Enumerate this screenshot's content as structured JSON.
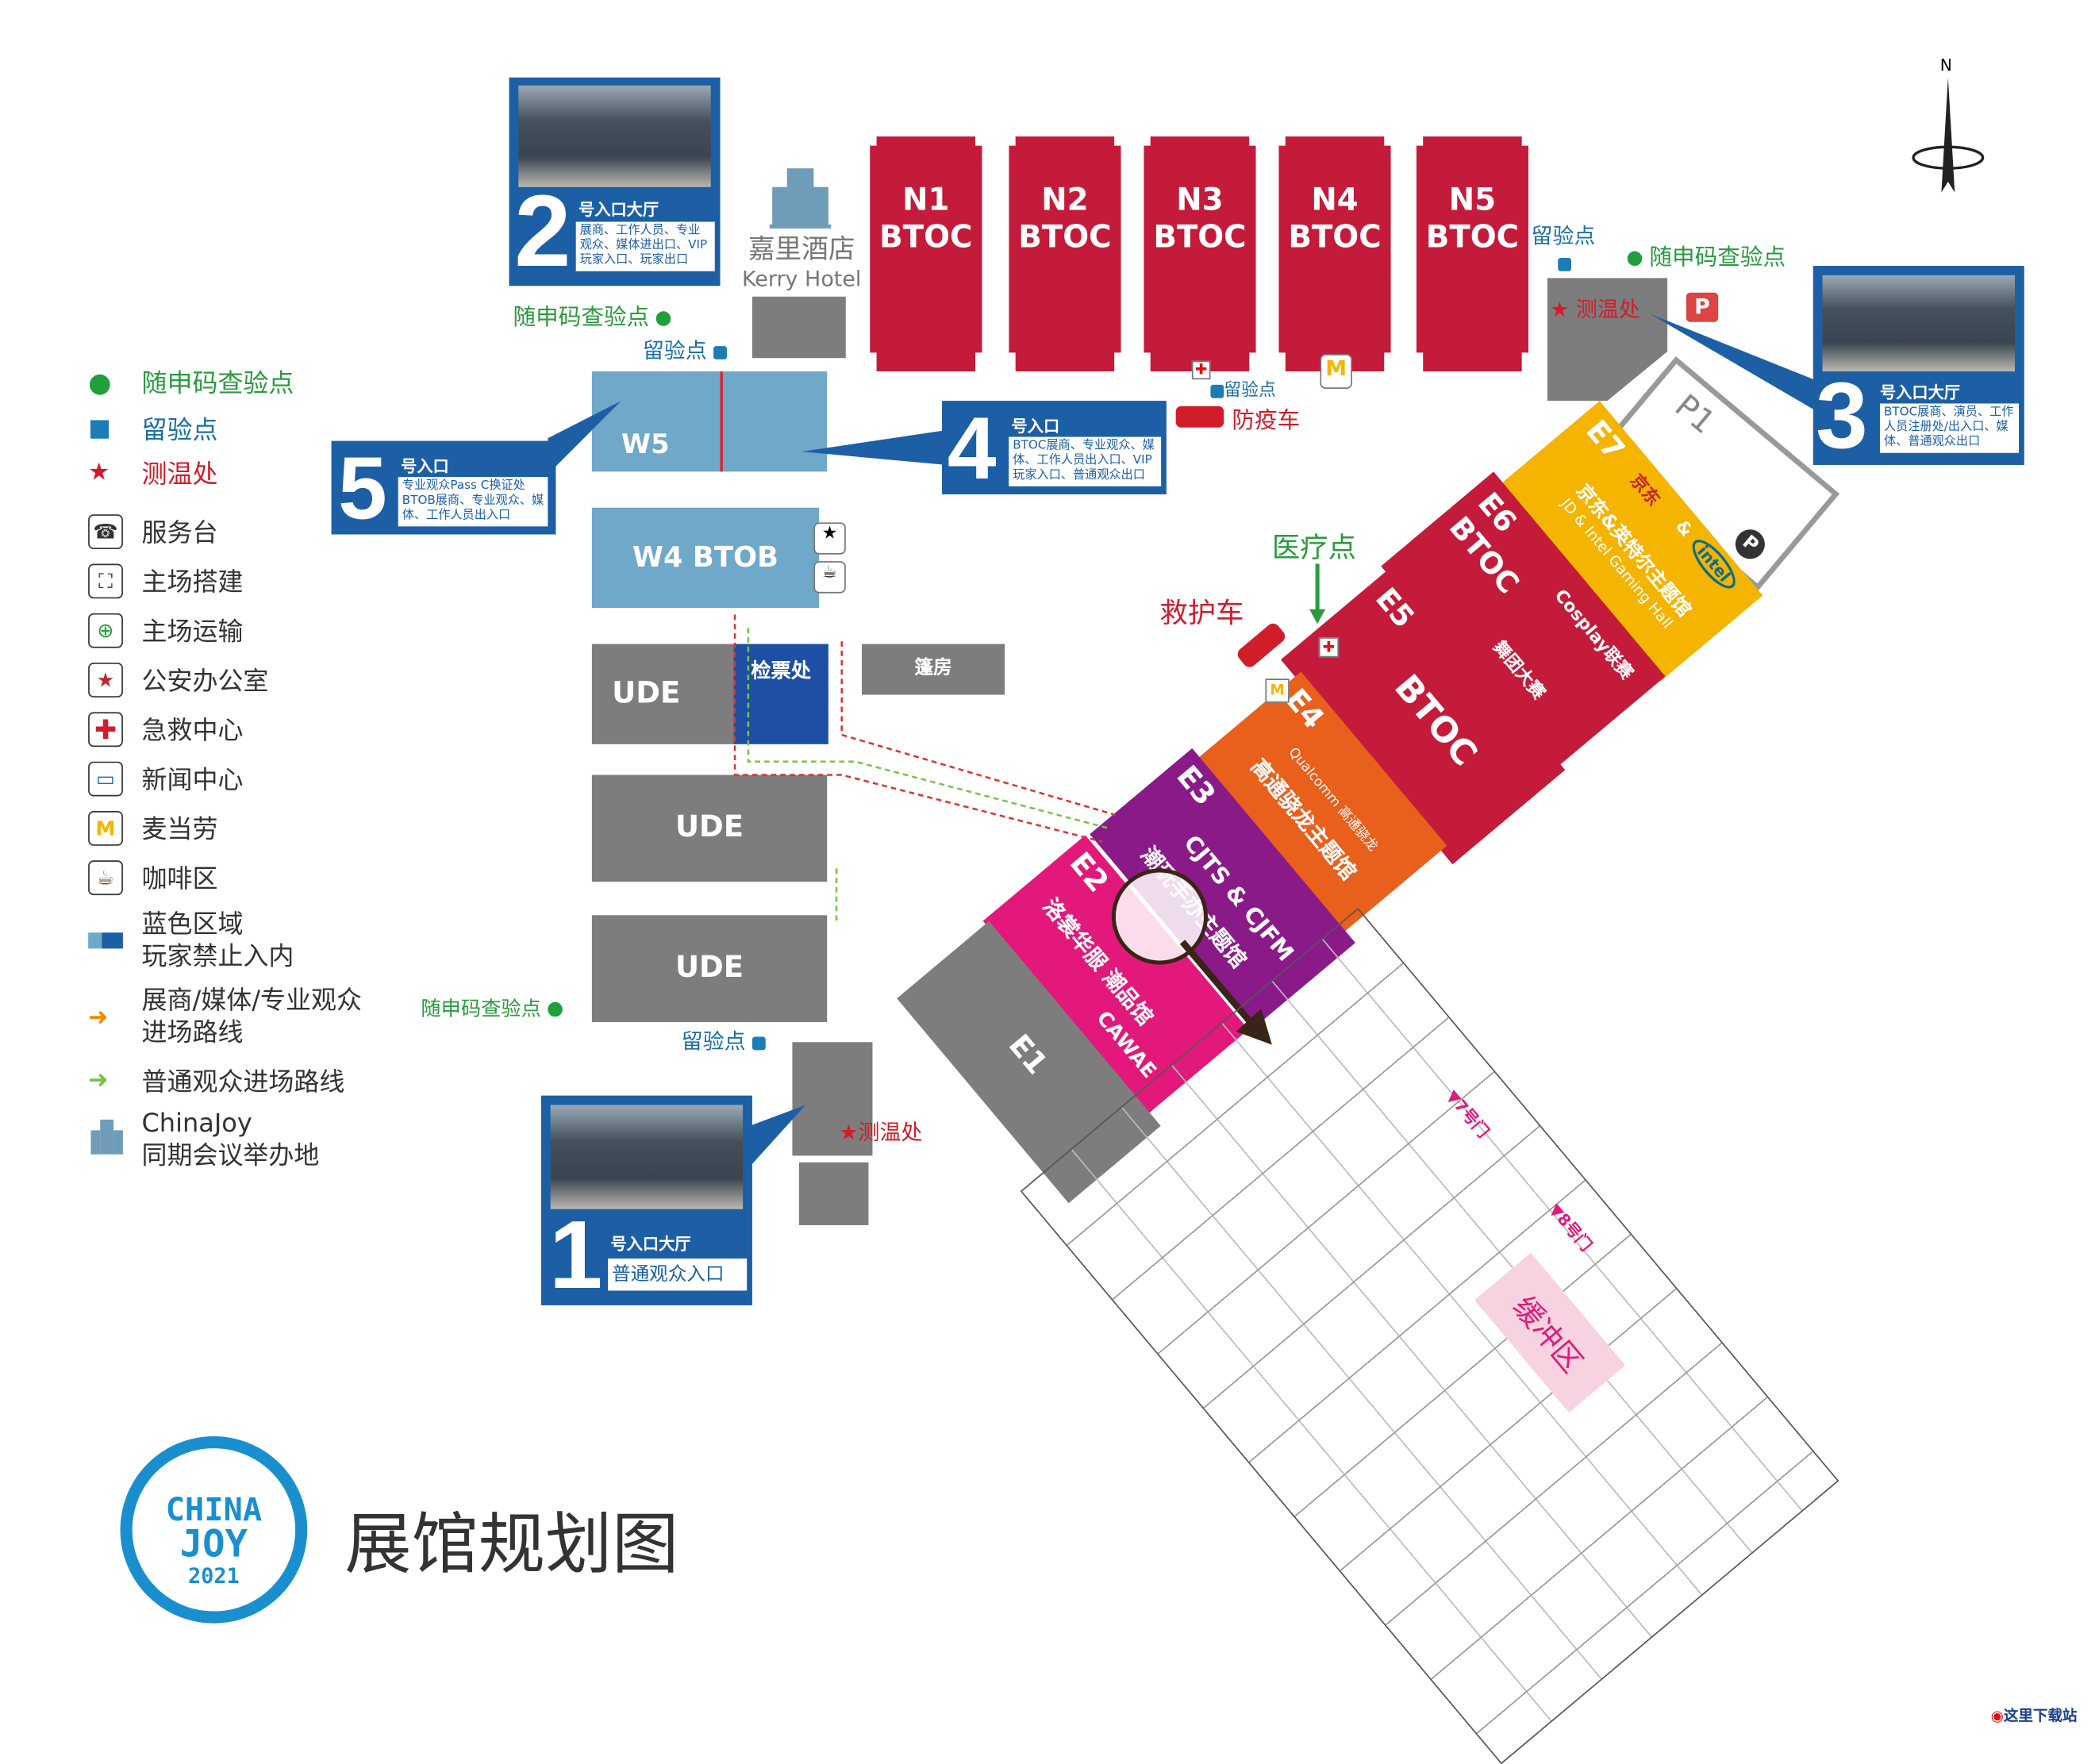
{
  "title": "展馆规划图",
  "logo": {
    "line1": "CHINA",
    "line2": "JOY",
    "year": "2021"
  },
  "compass": {
    "north": "N"
  },
  "north_halls": [
    {
      "name": "N1",
      "type": "BTOC"
    },
    {
      "name": "N2",
      "type": "BTOC"
    },
    {
      "name": "N3",
      "type": "BTOC"
    },
    {
      "name": "N4",
      "type": "BTOC"
    },
    {
      "name": "N5",
      "type": "BTOC"
    }
  ],
  "west_halls": {
    "w5": "W5",
    "w4": "W4 BTOB",
    "ude1": "UDE",
    "ude2": "UDE",
    "ude3": "UDE",
    "ticket": "检票处",
    "tent": "篷房"
  },
  "east_halls": {
    "e1": {
      "name": "E1"
    },
    "e2": {
      "name": "E2",
      "line1": "洛裳华服 潮品馆",
      "line2": "CAWAE"
    },
    "e3": {
      "name": "E3",
      "line1": "CJTS & CJFM",
      "line2": "潮玩手办主题馆"
    },
    "e4": {
      "name": "E4",
      "brand": "Qualcomm 高通骁龙",
      "line1": "高通骁龙主题馆"
    },
    "e5": {
      "name": "E5",
      "line1": "BTOC"
    },
    "e6": {
      "name": "E6",
      "line1": "BTOC",
      "line2": "Cosplay联赛",
      "line3": "舞团大赛"
    },
    "e7": {
      "name": "E7",
      "brand": "京东",
      "amp": "&",
      "intel": "intel",
      "line1": "京东&英特尔主题馆",
      "line2": "JD & Intel Gaming Hall"
    }
  },
  "parking": {
    "p1": "P1",
    "p": "P"
  },
  "hotel": {
    "cn": "嘉里酒店",
    "en": "Kerry Hotel"
  },
  "entrances": {
    "e1": {
      "num": "1",
      "title": "号入口大厅",
      "desc": "普通观众入口"
    },
    "e2": {
      "num": "2",
      "title": "号入口大厅",
      "desc": "展商、工作人员、专业观众、媒体进出口、VIP玩家入口、玩家出口"
    },
    "e3": {
      "num": "3",
      "title": "号入口大厅",
      "desc": "BTOC展商、演员、工作人员注册处/出入口、媒体、普通观众出口"
    },
    "e4": {
      "num": "4",
      "title": "号入口",
      "desc": "BTOC展商、专业观众、媒体、工作人员出入口、VIP玩家入口、普通观众出口"
    },
    "e5": {
      "num": "5",
      "title": "号入口",
      "desc": "专业观众Pass C换证处 BTOB展商、专业观众、媒体、工作人员出入口"
    }
  },
  "map_labels": {
    "check_point": "随申码查验点",
    "hold_point": "留验点",
    "temp_check": "测温处",
    "epidemic_car": "防疫车",
    "medical": "医疗点",
    "ambulance": "救护车",
    "buffer": "缓冲区",
    "gate7": "7号门",
    "gate8": "8号门"
  },
  "legend": [
    {
      "icon": "green-dot",
      "label": "随申码查验点"
    },
    {
      "icon": "blue-square",
      "label": "留验点"
    },
    {
      "icon": "red-star",
      "label": "测温处"
    },
    {
      "icon": "service-desk-icon",
      "label": "服务台"
    },
    {
      "icon": "construction-icon",
      "label": "主场搭建"
    },
    {
      "icon": "transport-icon",
      "label": "主场运输"
    },
    {
      "icon": "police-icon",
      "label": "公安办公室"
    },
    {
      "icon": "first-aid-icon",
      "label": "急救中心"
    },
    {
      "icon": "press-icon",
      "label": "新闻中心"
    },
    {
      "icon": "mcdonalds-icon",
      "label": "麦当劳"
    },
    {
      "icon": "coffee-icon",
      "label": "咖啡区"
    },
    {
      "icon": "blue-area",
      "label": "蓝色区域",
      "label2": "玩家禁止入内"
    },
    {
      "icon": "orange-arrow",
      "label": "展商/媒体/专业观众",
      "label2": "进场路线"
    },
    {
      "icon": "green-arrow",
      "label": "普通观众进场路线"
    },
    {
      "icon": "building-icon",
      "label": "ChinaJoy",
      "label2": "同期会议举办地"
    }
  ],
  "watermark": "这里下载站",
  "colors": {
    "btoc": "#c41b3b",
    "blue": "#1d5fa5",
    "w_hall": "#6fa8c8",
    "gray": "#7d7d7d",
    "e7": "#f4b400",
    "e4": "#e8601c",
    "e3": "#8b1a89",
    "e2": "#e2197b",
    "green": "#2b9a3e"
  }
}
